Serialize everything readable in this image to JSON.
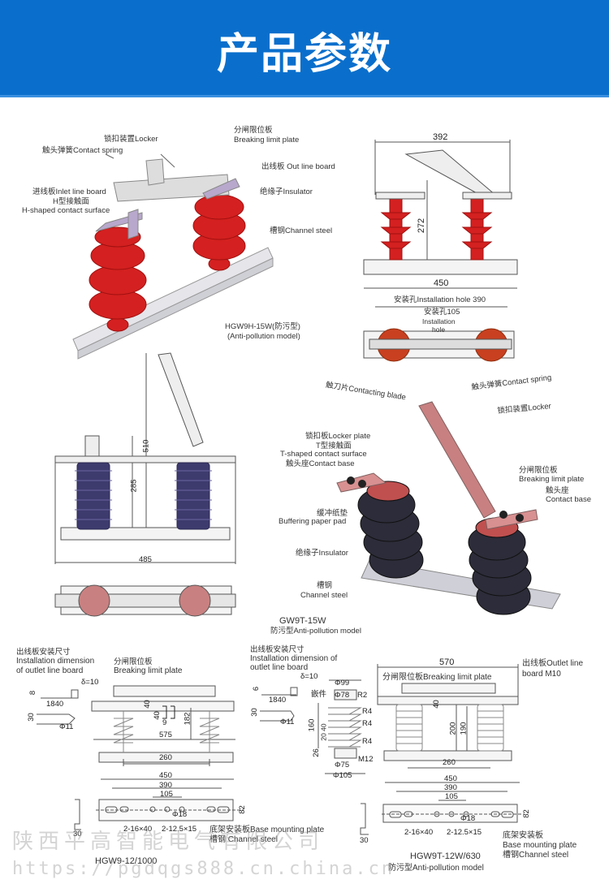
{
  "header": {
    "title": "产品参数",
    "background": "#0a6fcc"
  },
  "section1": {
    "labels": {
      "locker": "锁扣装置Locker",
      "contact_spring": "触头弹簧Contact spring",
      "breaking_cn": "分闸限位板",
      "breaking_en": "Breaking limit plate",
      "out_line_board": "出线板 Out line board",
      "inlet_line_board": "进线板Inlet line board",
      "h_contact_cn": "H型接触面",
      "h_contact_en": "H-shaped contact surface",
      "insulator": "绝缘子Insulator",
      "channel_steel": "槽钢Channel steel"
    },
    "model_line1": "HGW9H-15W(防污型)",
    "model_line2": "(Anti-pollution model)",
    "insulator_color": "#d42020"
  },
  "section2": {
    "dims": {
      "width_top": "392",
      "height": "272",
      "base": "450"
    },
    "install_hole_390": "安装孔Installation hole 390",
    "install_hole_105": "安装孔105",
    "install_hole_en1": "Installation",
    "install_hole_en2": "hole"
  },
  "section3": {
    "dims": {
      "overall_height": "510",
      "insulator_height": "285",
      "base": "485"
    },
    "insulator_color": "#3d3a6e"
  },
  "section4": {
    "labels": {
      "contacting_blade": "触刀片Contacting blade",
      "contact_spring": "触头弹簧Contact spring",
      "locker": "锁扣装置Locker",
      "locker_plate": "锁扣板Locker plate",
      "t_contact_cn": "T型接触面",
      "t_contact_en": "T-shaped contact surface",
      "contact_base_left": "触头座Contact base",
      "breaking_cn": "分闸限位板",
      "breaking_en": "Breaking limit plate",
      "contact_base_cn": "触头座",
      "contact_base_en": "Contact base",
      "buffer_cn": "缓冲纸垫",
      "buffer_en": "Buffering paper pad",
      "insulator": "绝缘子Insulator",
      "channel_cn": "槽钢",
      "channel_en": "Channel steel"
    },
    "model_line1": "GW9T-15W",
    "model_line2": "防污型Anti-pollution model"
  },
  "section5": {
    "title_cn": "出线板安装尺寸",
    "title_en1": "Installation dimension",
    "title_en2": "of outlet line board",
    "breaking_cn": "分闸限位板",
    "breaking_en": "Breaking limit plate",
    "dims": {
      "delta": "δ=10",
      "d8": "8",
      "d1840": "1840",
      "d30": "30",
      "phi11": "Φ11",
      "d40a": "40",
      "d40b": "40",
      "d9": "9",
      "d182": "182",
      "d575": "575",
      "d260": "260"
    }
  },
  "section6": {
    "title_cn": "出线板安装尺寸",
    "title_en1": "Installation dimension of",
    "title_en2": "outlet line board",
    "dims": {
      "delta": "δ=10",
      "d6": "6",
      "d1840": "1840",
      "d30": "30",
      "phi11": "Φ11",
      "embed": "嵌件",
      "phi99": "Φ99",
      "phi78": "Φ78",
      "r2": "R2",
      "r4a": "R4",
      "r4b": "R4",
      "r4c": "R4",
      "d160": "160",
      "d2040": "20 40",
      "d26": "26",
      "m12": "M12",
      "phi75": "Φ75",
      "phi105": "Φ105"
    }
  },
  "section7": {
    "breaking": "分闸限位板Breaking limit plate",
    "outlet_1": "出线板Outlet line",
    "outlet_2": "board M10",
    "dims": {
      "d570": "570",
      "d40": "40",
      "d200": "200",
      "d190": "190",
      "d260": "260"
    }
  },
  "section8": {
    "dims": {
      "d450": "450",
      "d390": "390",
      "d105": "105",
      "phi18": "Φ18",
      "d82": "82",
      "d30": "30",
      "slot1": "2-16×40",
      "slot2": "2-12.5×15"
    },
    "base_plate": "底架安装板Base mounting plate",
    "channel": "槽钢 Channel steel",
    "model": "HGW9-12/1000"
  },
  "section9": {
    "dims": {
      "d450": "450",
      "d390": "390",
      "d105": "105",
      "phi18": "Φ18",
      "d82": "82",
      "d30": "30",
      "slot1": "2-16×40",
      "slot2": "2-12.5×15"
    },
    "base_cn": "底架安装板",
    "base_en": "Base mounting plate",
    "channel": "槽钢Channel steel",
    "model_line1": "HGW9T-12W/630",
    "model_line2": "防污型Anti-pollution model"
  },
  "watermark": {
    "company": "陕西平高智能电气有限公司",
    "url": "https://pgdqgs888.cn.china.cn"
  }
}
